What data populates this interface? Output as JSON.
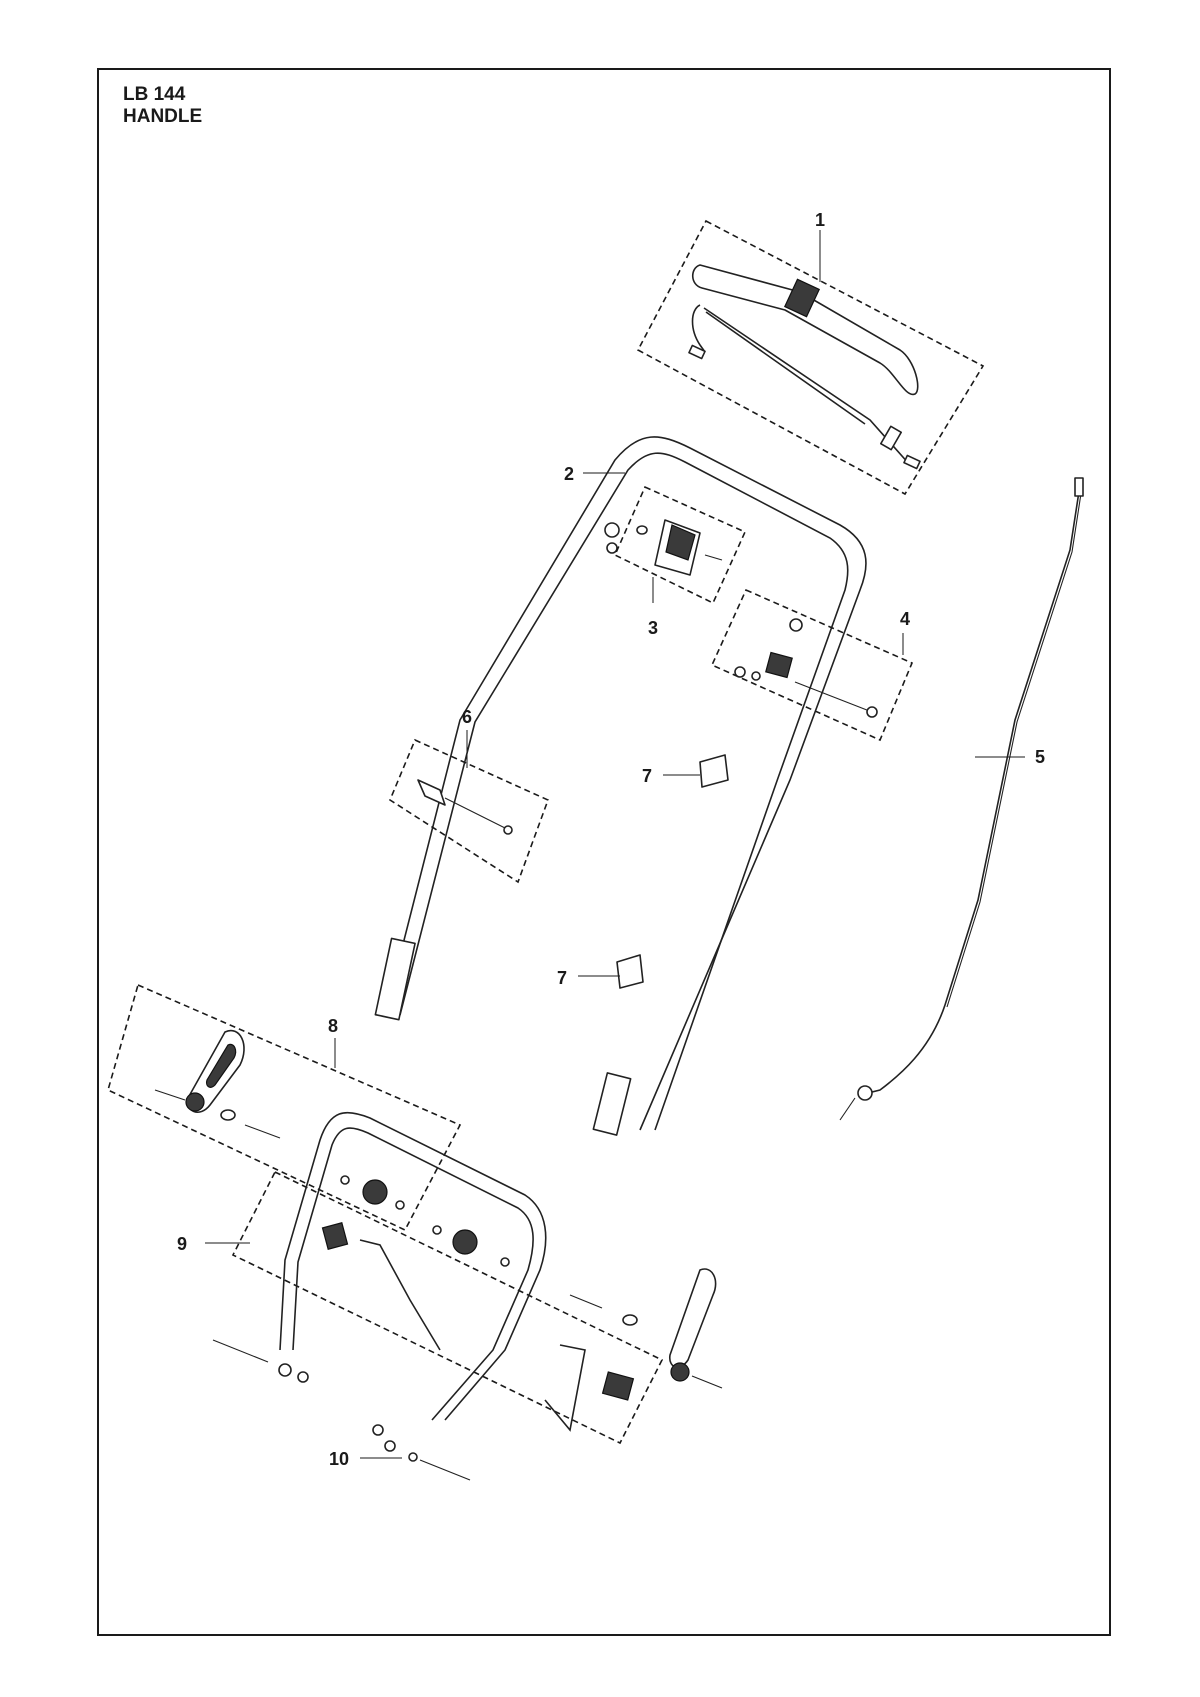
{
  "header": {
    "model": "LB 144",
    "section": "HANDLE"
  },
  "callouts": [
    "1",
    "2",
    "3",
    "4",
    "5",
    "6",
    "7",
    "7",
    "8",
    "9",
    "10"
  ],
  "colors": {
    "line": "#1a1a1a",
    "background": "#ffffff"
  }
}
